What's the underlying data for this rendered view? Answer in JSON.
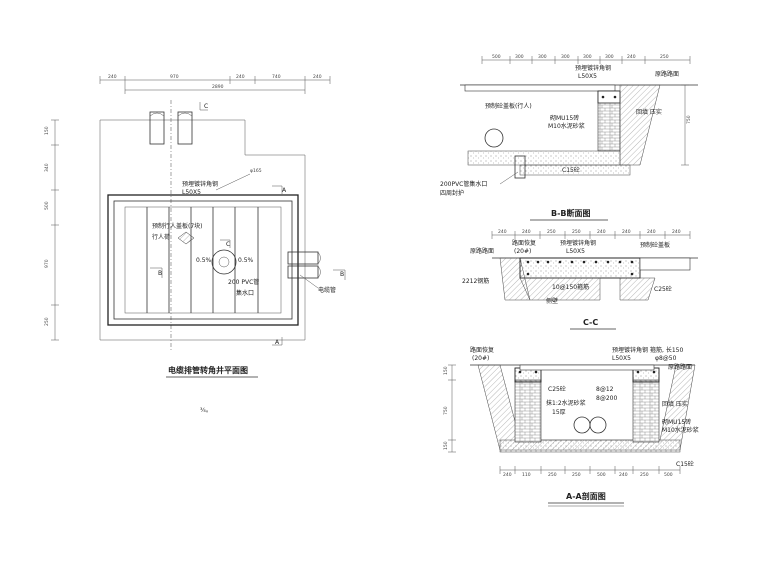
{
  "plan": {
    "title": "电缆排管转角井平面图",
    "scale": "¾。",
    "dims_top": [
      "240",
      "970",
      "240",
      "740",
      "240"
    ],
    "dims_top_total": "2890",
    "dims_left": [
      "150",
      "340",
      "500",
      "970",
      "250"
    ],
    "lbl_angle": "预埋镀锌角钢",
    "lbl_angle_size": "L50X5",
    "lbl_cover": "预制行人盖板(7块)",
    "lbl_cover2": "行人荷",
    "lbl_slope1": "0.5%",
    "lbl_slope2": "0.5%",
    "lbl_pvc": "200 PVC管",
    "lbl_sump": "集水口",
    "lbl_cable": "电缆管",
    "lbl_hatch": "φ165",
    "sec_c": "C",
    "sec_a": "A",
    "sec_b": "B"
  },
  "bb": {
    "title": "B-B断面图",
    "dims_top": [
      "500",
      "300",
      "300",
      "300",
      "300",
      "300",
      "240",
      "250"
    ],
    "lbl_angle": "预埋镀锌角钢",
    "lbl_angle_size": "L50X5",
    "lbl_road": "原路路面",
    "lbl_slab": "预制砼盖板(行人)",
    "lbl_brick": "砌MU15砖",
    "lbl_mortar": "M10水泥砂浆",
    "lbl_backfill": "回填 压实",
    "lbl_concrete": "C15砼",
    "lbl_pvc": "200PVC管集水口",
    "lbl_pvc2": "四周封护",
    "lbl_h": "750"
  },
  "cc": {
    "title": "C-C",
    "dims_top": [
      "240",
      "240",
      "250",
      "250",
      "240",
      "240",
      "240",
      "240"
    ],
    "lbl_road_restore": "路面恢复",
    "lbl_road_restore2": "(20#)",
    "lbl_road": "原路路面",
    "lbl_angle": "预埋镀锌角钢",
    "lbl_angle_size": "L50X5",
    "lbl_slab": "预制砼盖板",
    "lbl_pipe": "2212钢筋",
    "lbl_rebar": "10@150箍筋",
    "lbl_wall": "侧壁",
    "lbl_concrete": "C25砼"
  },
  "aa": {
    "title": "A-A剖面图",
    "lbl_road_restore": "路面恢复",
    "lbl_road_restore2": "(20#)",
    "lbl_angle": "预埋镀锌角钢",
    "lbl_angle_size": "L50X5",
    "lbl_rebar": "箍筋, 长150",
    "lbl_rebar2": "φ8@50",
    "lbl_road": "原路路面",
    "lbl_c25": "C25砼",
    "lbl_r1": "8@12",
    "lbl_r2": "8@200",
    "lbl_mortar": "抹1:2水泥砂浆",
    "lbl_mortar2": "15厚",
    "lbl_backfill": "回填 压实",
    "lbl_brick": "砌MU15砖",
    "lbl_brick2": "M10水泥砂浆",
    "lbl_concrete": "C15砼",
    "dims_bottom": [
      "240",
      "110",
      "250",
      "250",
      "500",
      "240",
      "250",
      "500"
    ],
    "dims_left": [
      "150",
      "750",
      "150"
    ]
  }
}
